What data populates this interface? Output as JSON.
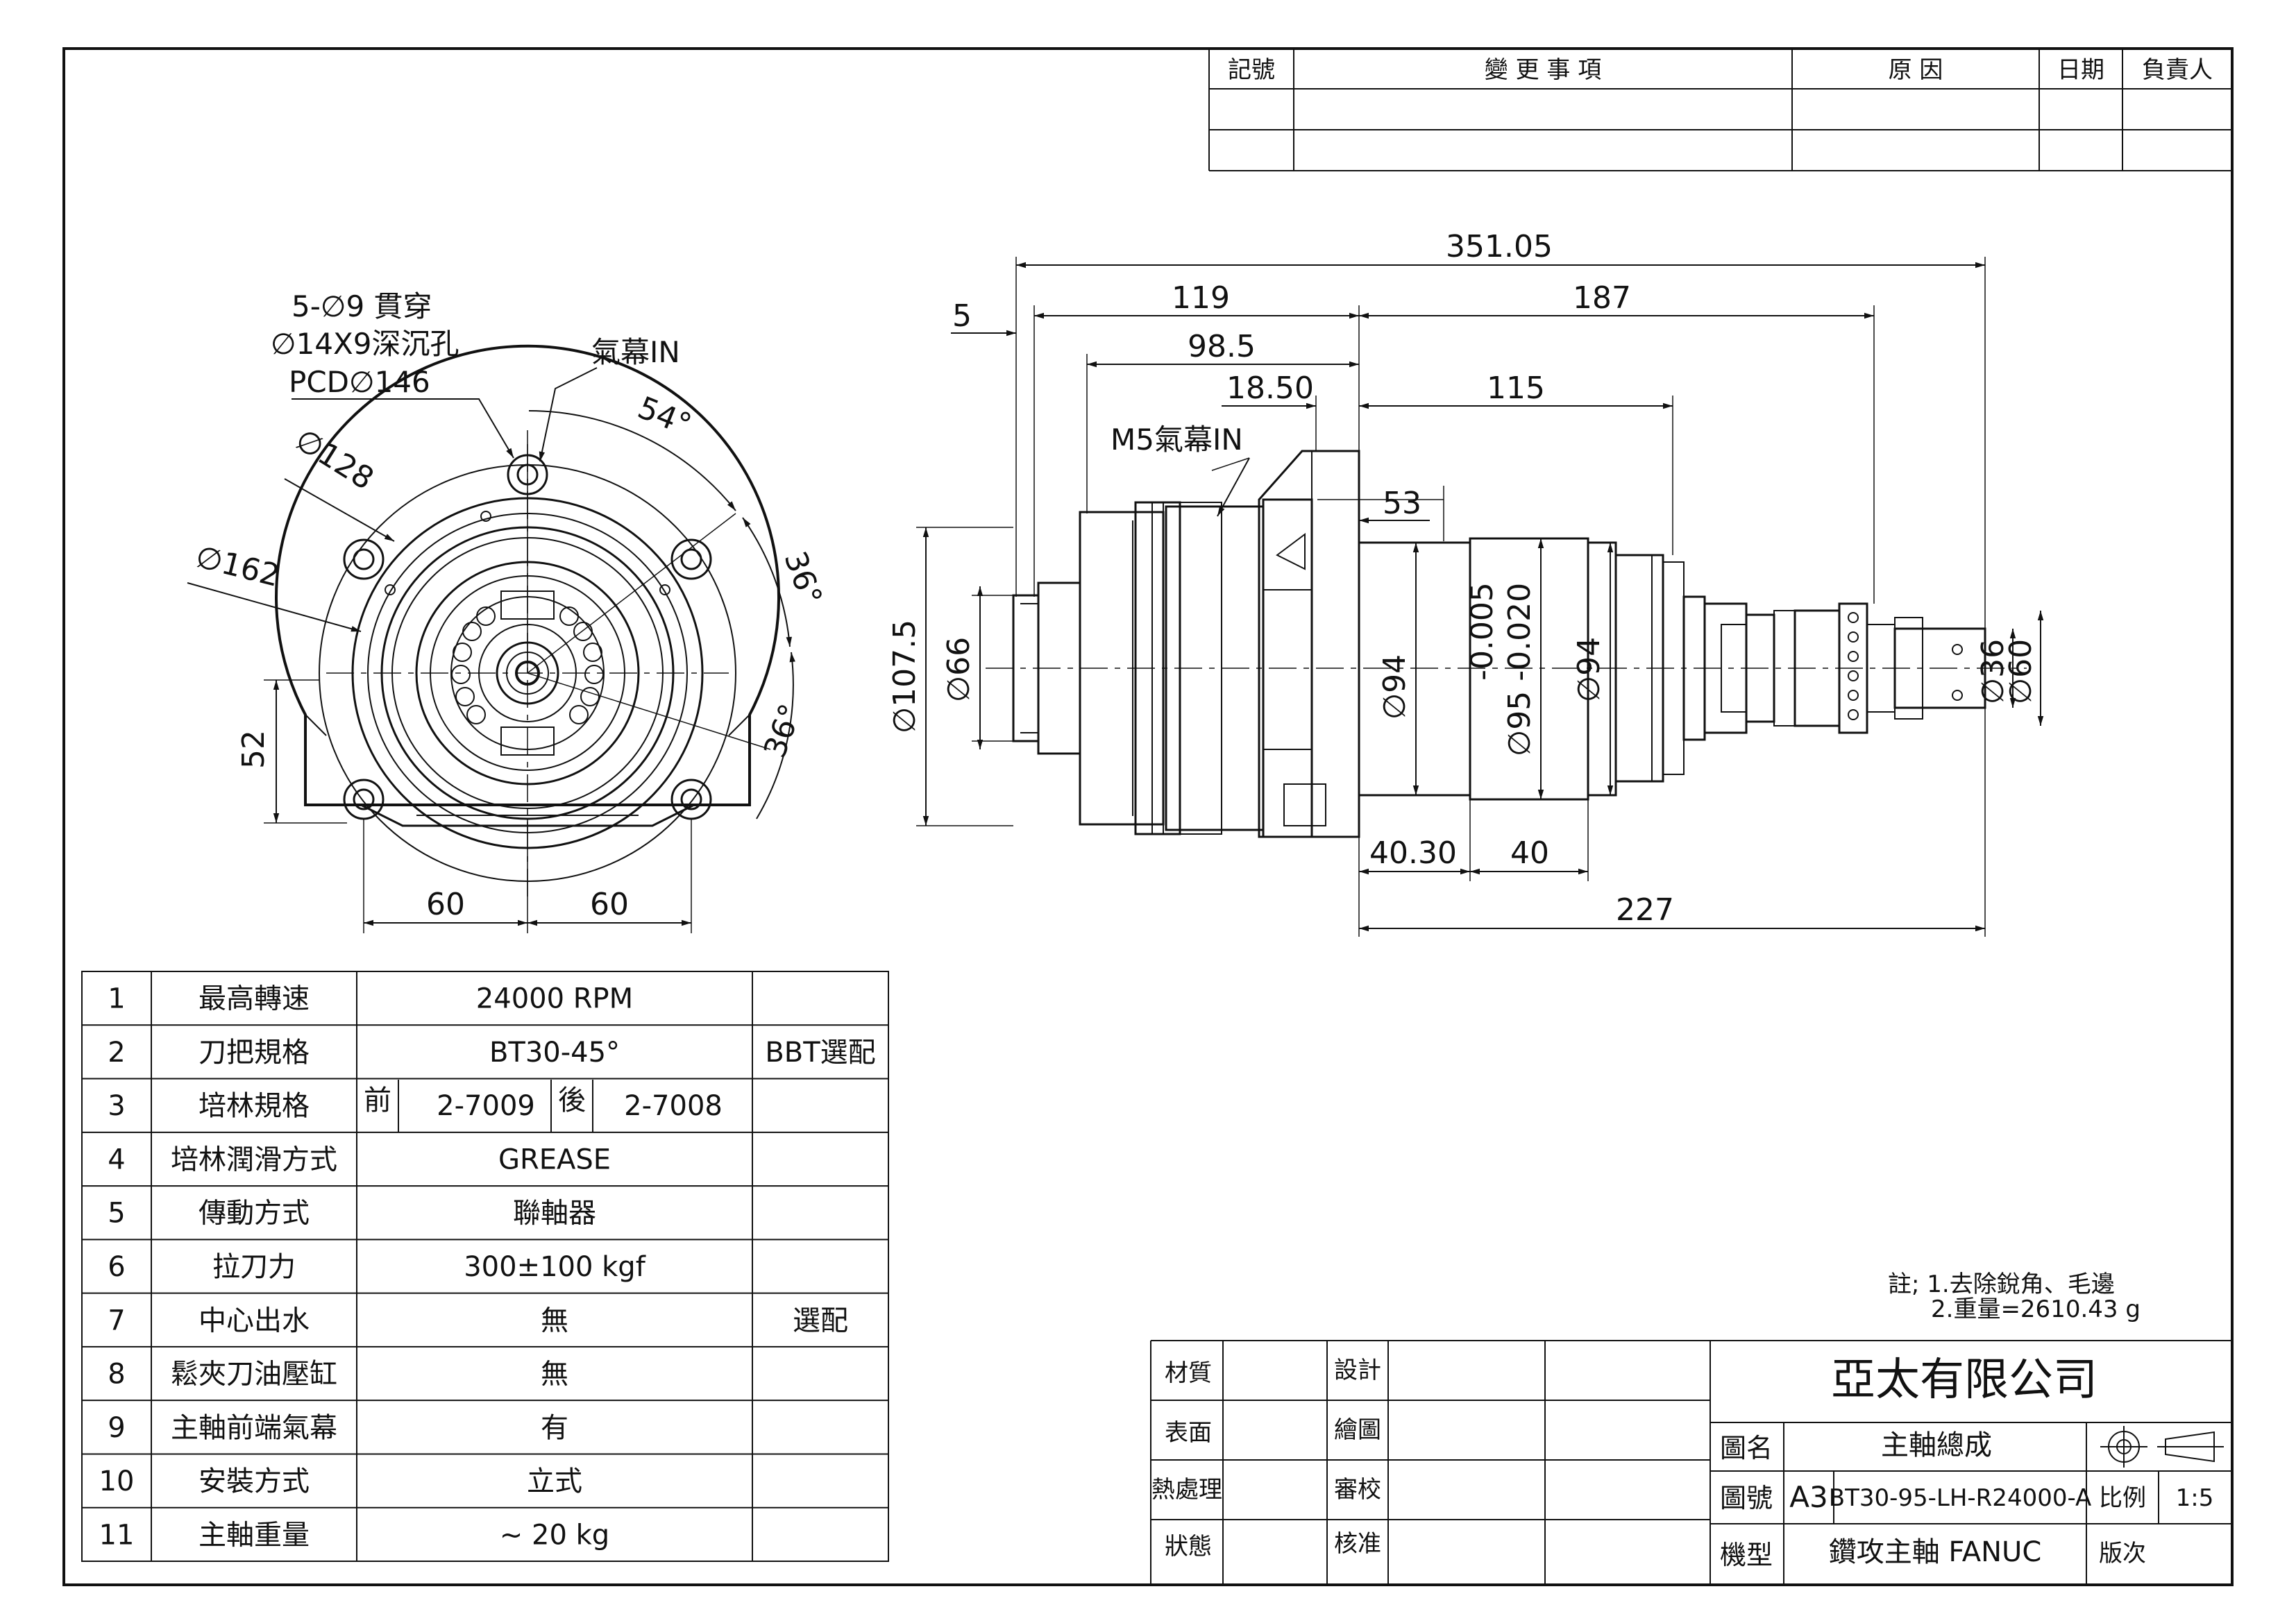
{
  "revision_table": {
    "headers": [
      "記號",
      "變 更 事 項",
      "原 因",
      "日期",
      "負責人"
    ]
  },
  "front_view": {
    "holes_line1": "5-∅9 貫穿",
    "holes_line2": "∅14X9深沉孔",
    "pcd": "PCD∅146",
    "air_in": "氣幕IN",
    "dia_128": "∅128",
    "dia_162": "∅162",
    "angle_54": "54°",
    "angle_36a": "36°",
    "angle_36b": "36°",
    "dim_52": "52",
    "dim_60_left": "60",
    "dim_60_right": "60"
  },
  "side_view": {
    "overall_length": "351.05",
    "d_5": "5",
    "d_119": "119",
    "d_187": "187",
    "d_98_5": "98.5",
    "d_18_50": "18.50",
    "d_115": "115",
    "m5_air_in": "M5氣幕IN",
    "d_53": "53",
    "dia_107_5": "∅107.5",
    "dia_66": "∅66",
    "dia_94a": "∅94",
    "tol_upper": "-0.005",
    "dia_95_tol": "∅95 -0.020",
    "dia_94b": "∅94",
    "dia_36": "∅36",
    "dia_60": "∅60",
    "d_40_30": "40.30",
    "d_40": "40",
    "d_227": "227"
  },
  "spec_table": {
    "rows": [
      {
        "no": "1",
        "item": "最高轉速",
        "value": "24000   RPM",
        "note": ""
      },
      {
        "no": "2",
        "item": "刀把規格",
        "value": "BT30-45°",
        "note": "BBT選配"
      },
      {
        "no": "3",
        "item": "培林規格",
        "front_label": "前",
        "front_value": "2-7009",
        "rear_label": "後",
        "rear_value": "2-7008",
        "note": ""
      },
      {
        "no": "4",
        "item": "培林潤滑方式",
        "value": "GREASE",
        "note": ""
      },
      {
        "no": "5",
        "item": "傳動方式",
        "value": "聯軸器",
        "note": ""
      },
      {
        "no": "6",
        "item": "拉刀力",
        "value": "300±100 kgf",
        "note": ""
      },
      {
        "no": "7",
        "item": "中心出水",
        "value": "無",
        "note": "選配"
      },
      {
        "no": "8",
        "item": "鬆夾刀油壓缸",
        "value": "無",
        "note": ""
      },
      {
        "no": "9",
        "item": "主軸前端氣幕",
        "value": "有",
        "note": ""
      },
      {
        "no": "10",
        "item": "安裝方式",
        "value": "立式",
        "note": ""
      },
      {
        "no": "11",
        "item": "主軸重量",
        "value": "~ 20 kg",
        "note": ""
      }
    ]
  },
  "notes": {
    "line1": "註; 1.去除銳角、毛邊",
    "line2": "2.重量=2610.43 g"
  },
  "title_block": {
    "material": "材質",
    "design": "設計",
    "surface": "表面",
    "drawing": "繪圖",
    "heat_treatment": "熱處理",
    "review": "審校",
    "state": "狀態",
    "approve": "核准",
    "company": "亞太有限公司",
    "name_label": "圖名",
    "name_value": "主軸總成",
    "number_label": "圖號",
    "size": "A3",
    "number_value": "BT30-95-LH-R24000-A",
    "scale_label": "比例",
    "scale_value": "1:5",
    "model_label": "機型",
    "model_value": "鑽攻主軸 FANUC",
    "version_label": "版次"
  }
}
